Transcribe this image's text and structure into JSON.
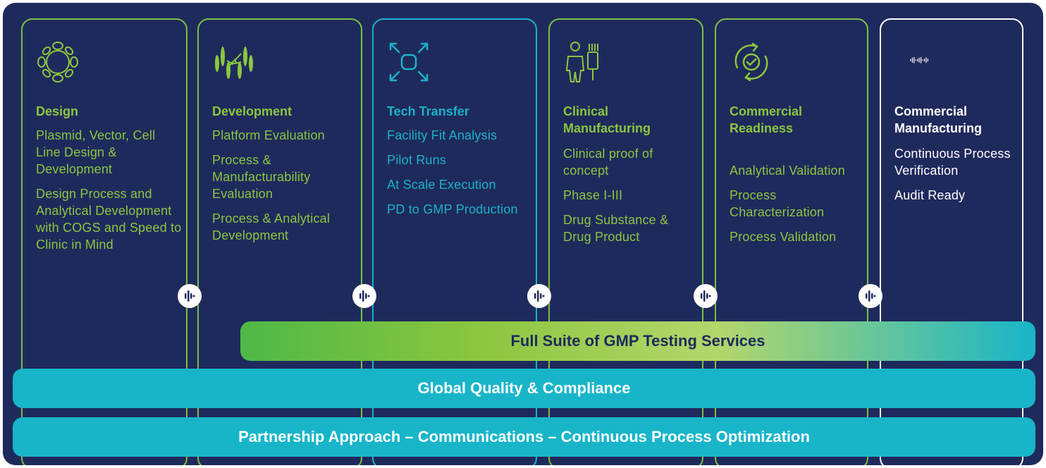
{
  "stages": [
    {
      "title": "Design",
      "icon": "dna-ring-icon",
      "items": [
        "Plasmid, Vector, Cell Line Design & Development",
        "Design Process and Analytical Development with COGS and Speed to Clinic in Mind"
      ]
    },
    {
      "title": "Development",
      "icon": "dna-strand-icon",
      "items": [
        "Platform Evaluation",
        "Process & Manufacturability Evaluation",
        "Process & Analytical Development"
      ]
    },
    {
      "title": "Tech Transfer",
      "icon": "expand-arrows-icon",
      "items": [
        "Facility Fit Analysis",
        "Pilot Runs",
        "At Scale Execution",
        "PD to GMP Production"
      ]
    },
    {
      "title": "Clinical Manufacturing",
      "icon": "cleanroom-suit-icon",
      "items": [
        "Clinical proof of concept",
        "Phase I-III",
        "Drug Substance & Drug Product"
      ]
    },
    {
      "title": "Commercial Readiness",
      "icon": "cycle-check-icon",
      "items": [
        "Analytical Validation",
        "Process Characterization",
        "Process Validation"
      ]
    },
    {
      "title": "Commercial Manufacturing",
      "icon": "waveform-icon",
      "items": [
        "Continuous Process Verification",
        "Audit Ready"
      ]
    }
  ],
  "bars": {
    "gmp": "Full Suite of GMP Testing Services",
    "quality": "Global Quality & Compliance",
    "partnership": "Partnership Approach – Communications – Continuous Process Optimization"
  },
  "colors": {
    "background": "#1f2a5c",
    "green": "#8cc63f",
    "teal": "#1cb2c8",
    "white": "#ffffff"
  }
}
